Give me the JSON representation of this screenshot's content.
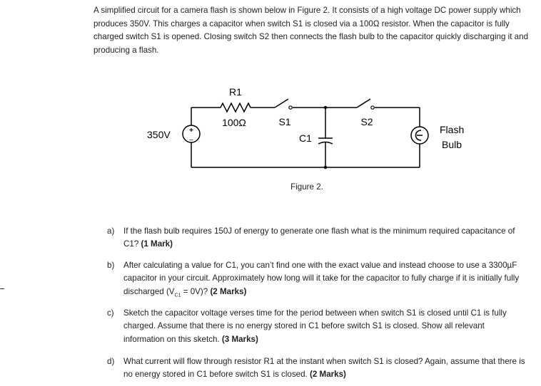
{
  "intro": "A simplified circuit for a camera flash is shown below in Figure 2. It consists of a high voltage DC power supply which produces 350V. This charges a capacitor when switch S1 is closed via a 100Ω resistor. When the capacitor is fully charged switch S1 is opened. Closing switch S2 then connects the flash bulb to the capacitor quickly discharging it and producing a flash.",
  "circuit": {
    "source_label": "350V",
    "source_plus": "+",
    "source_minus": "–",
    "resistor_label": "R1",
    "resistor_value": "100Ω",
    "switch1_label": "S1",
    "capacitor_label": "C1",
    "switch2_label": "S2",
    "bulb_label_line1": "Flash",
    "bulb_label_line2": "Bulb"
  },
  "figure_caption": "Figure 2.",
  "questions": [
    {
      "letter": "a)",
      "text": "If the flash bulb requires 150J of energy to generate one flash what is the minimum required capacitance of C1?",
      "marks": "(1 Mark)"
    },
    {
      "letter": "b)",
      "text_before": "After calculating a value for C1, you can’t find one with the exact value and instead choose to use a 3300µF capacitor in your circuit. Approximately how long will it take for the capacitor to fully charge if it is initially fully discharged (V",
      "subscript": "C1",
      "text_after": " = 0V)?",
      "marks": "(2 Marks)"
    },
    {
      "letter": "c)",
      "text": "Sketch the capacitor voltage verses time for the period between when switch S1 is closed until C1 is fully charged. Assume that there is no energy stored in C1 before switch S1 is closed. Show all relevant information on this sketch.",
      "marks": "(3 Marks)"
    },
    {
      "letter": "d)",
      "text": "What current will flow through resistor R1 at the instant when switch S1 is closed? Again, assume that there is no energy stored in C1 before switch S1 is closed.",
      "marks": "(2 Marks)"
    }
  ]
}
